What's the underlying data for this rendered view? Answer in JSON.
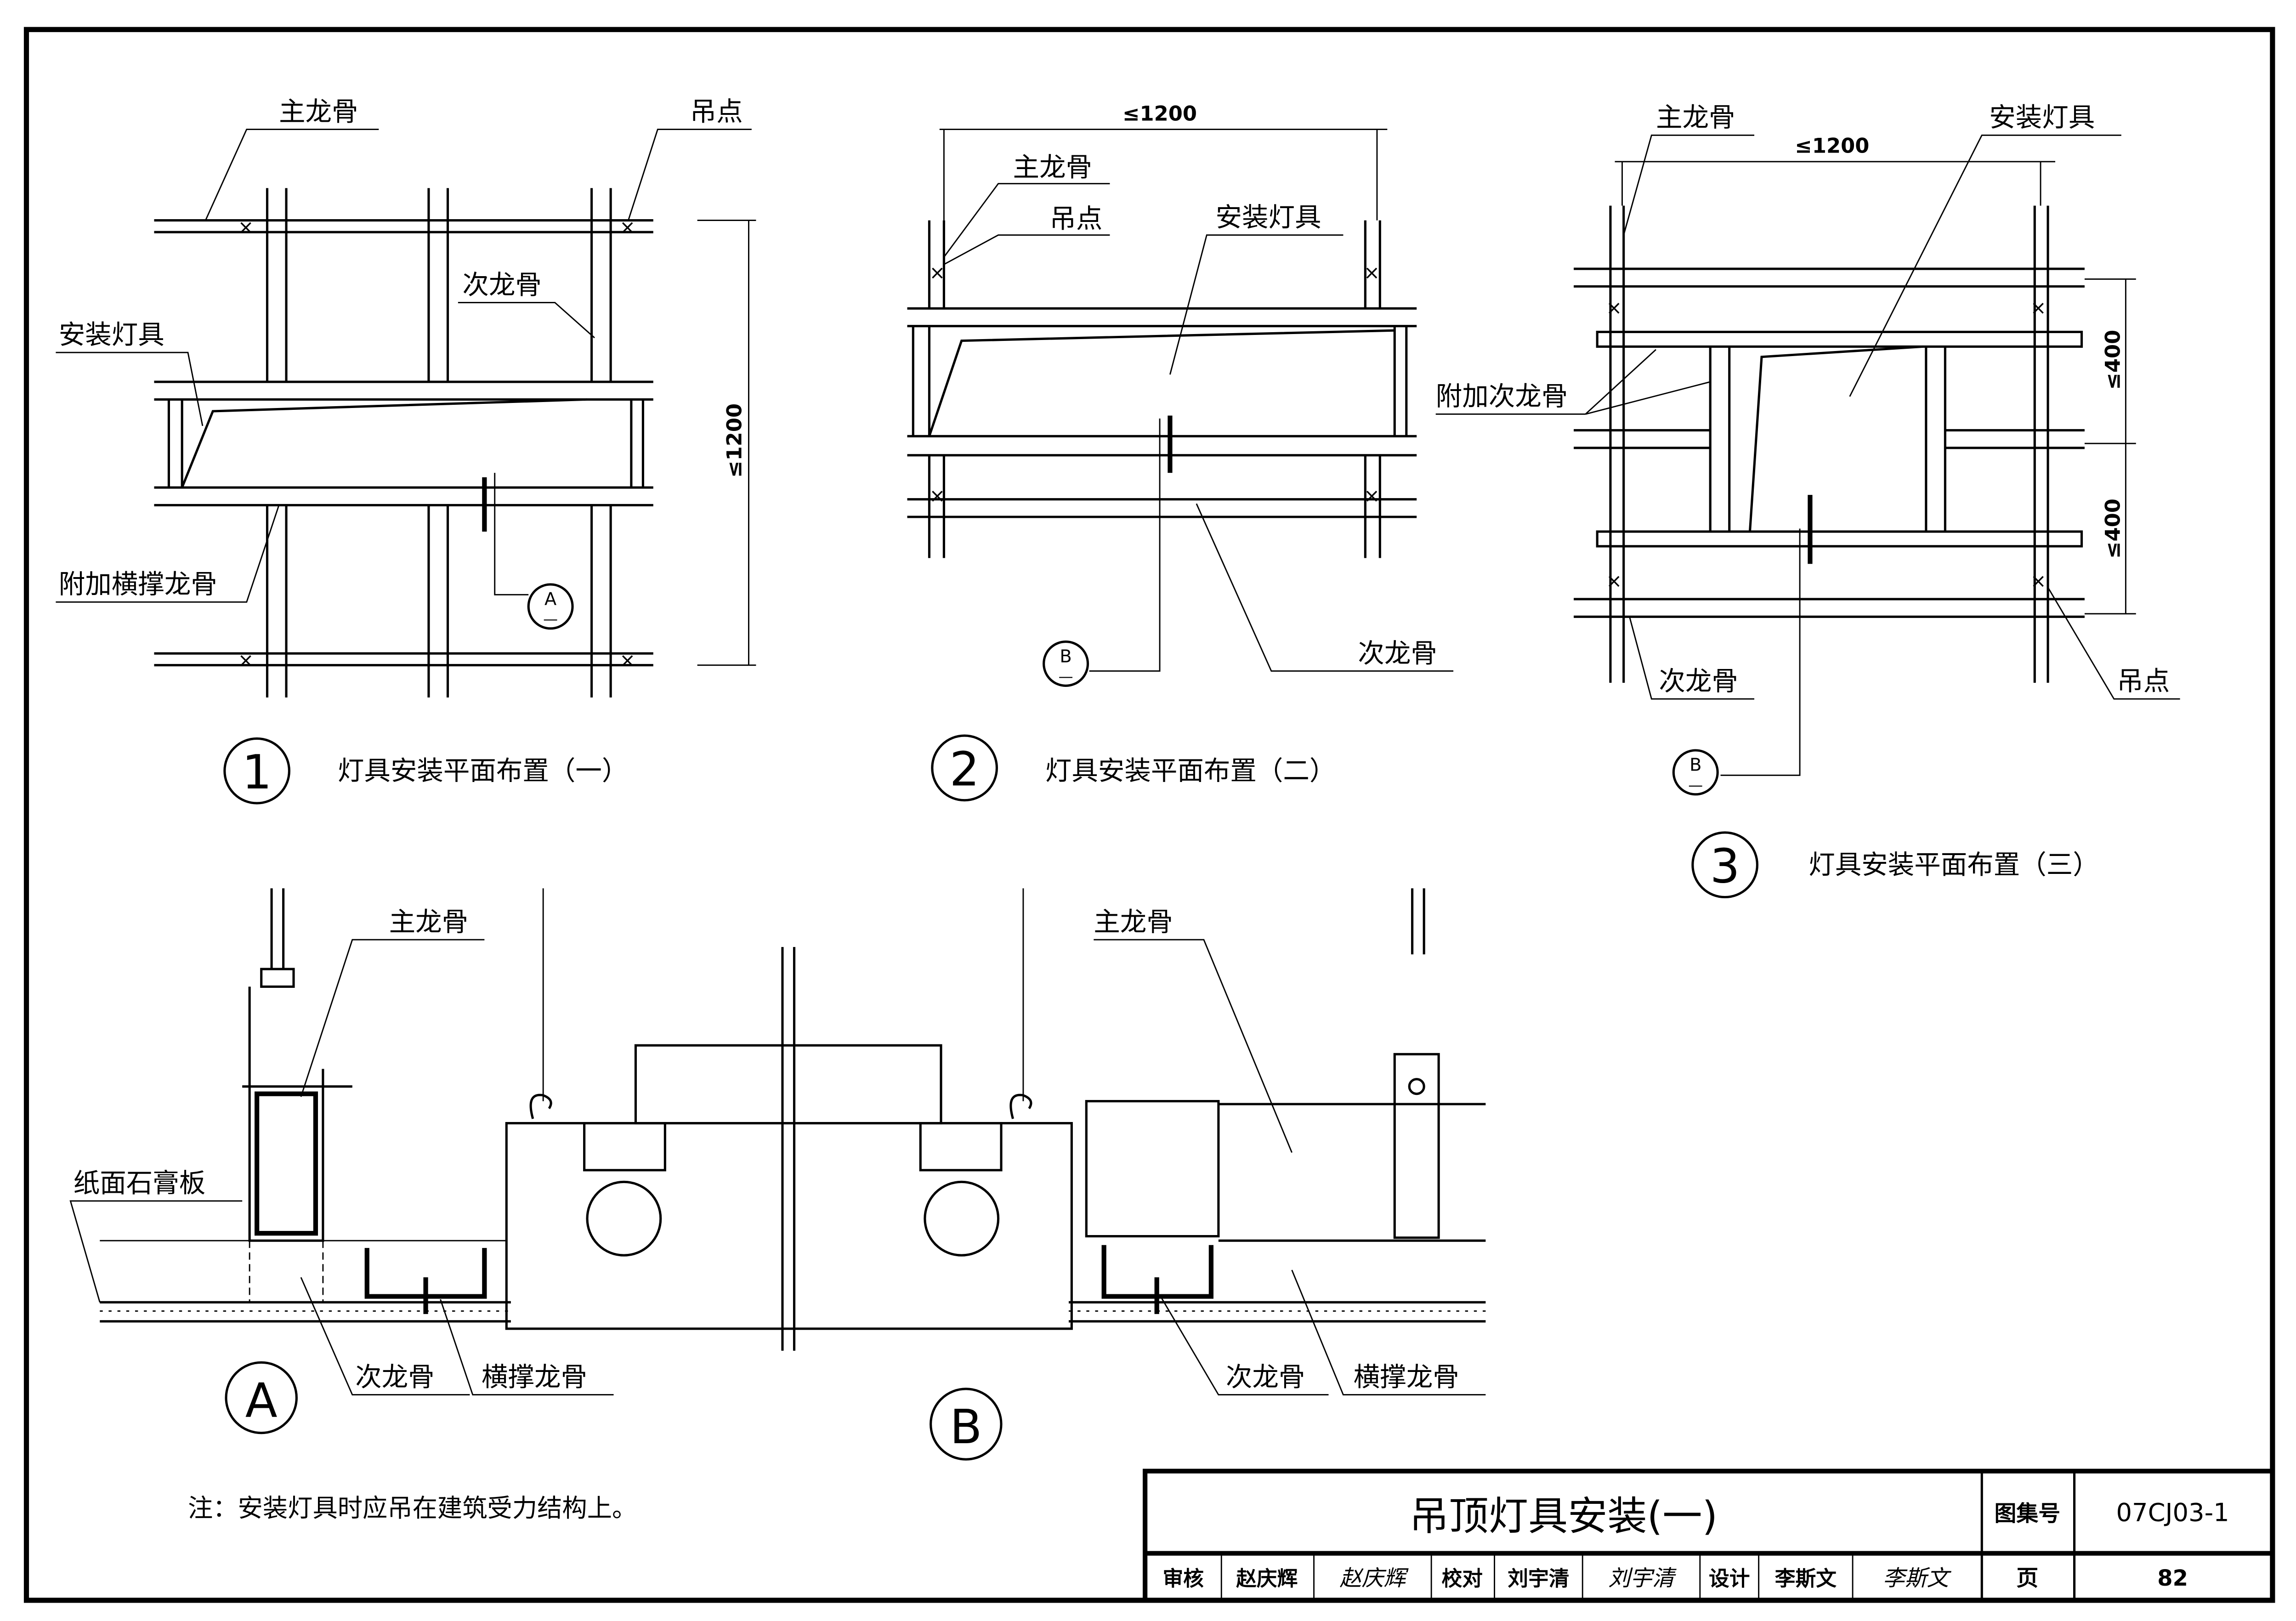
{
  "labels": {
    "main_joist": "主龙骨",
    "hanging_point": "吊点",
    "secondary_joist": "次龙骨",
    "install_fixture": "安装灯具",
    "additional_cross_joist": "附加横撑龙骨",
    "additional_secondary_joist": "附加次龙骨",
    "gypsum_board": "纸面石膏板",
    "cross_brace_joist": "横撑龙骨"
  },
  "dimensions": {
    "d1200": "≤1200",
    "d400": "≤400"
  },
  "views": [
    {
      "num": "1",
      "title": "灯具安装平面布置（一）"
    },
    {
      "num": "2",
      "title": "灯具安装平面布置（二）"
    },
    {
      "num": "3",
      "title": "灯具安装平面布置（三）"
    }
  ],
  "sections": {
    "a_letter": "A",
    "b_letter": "B",
    "dash": "—"
  },
  "note": "注：安装灯具时应吊在建筑受力结构上。",
  "title_block": {
    "title": "吊顶灯具安装(一)",
    "atlas_label": "图集号",
    "atlas_value": "07CJ03-1",
    "page_label": "页",
    "page_value": "82",
    "review_label": "审核",
    "review_name": "赵庆辉",
    "review_sign": "赵庆辉",
    "check_label": "校对",
    "check_name": "刘宇清",
    "check_sign": "刘宇清",
    "design_label": "设计",
    "design_name": "李斯文",
    "design_sign": "李斯文"
  }
}
